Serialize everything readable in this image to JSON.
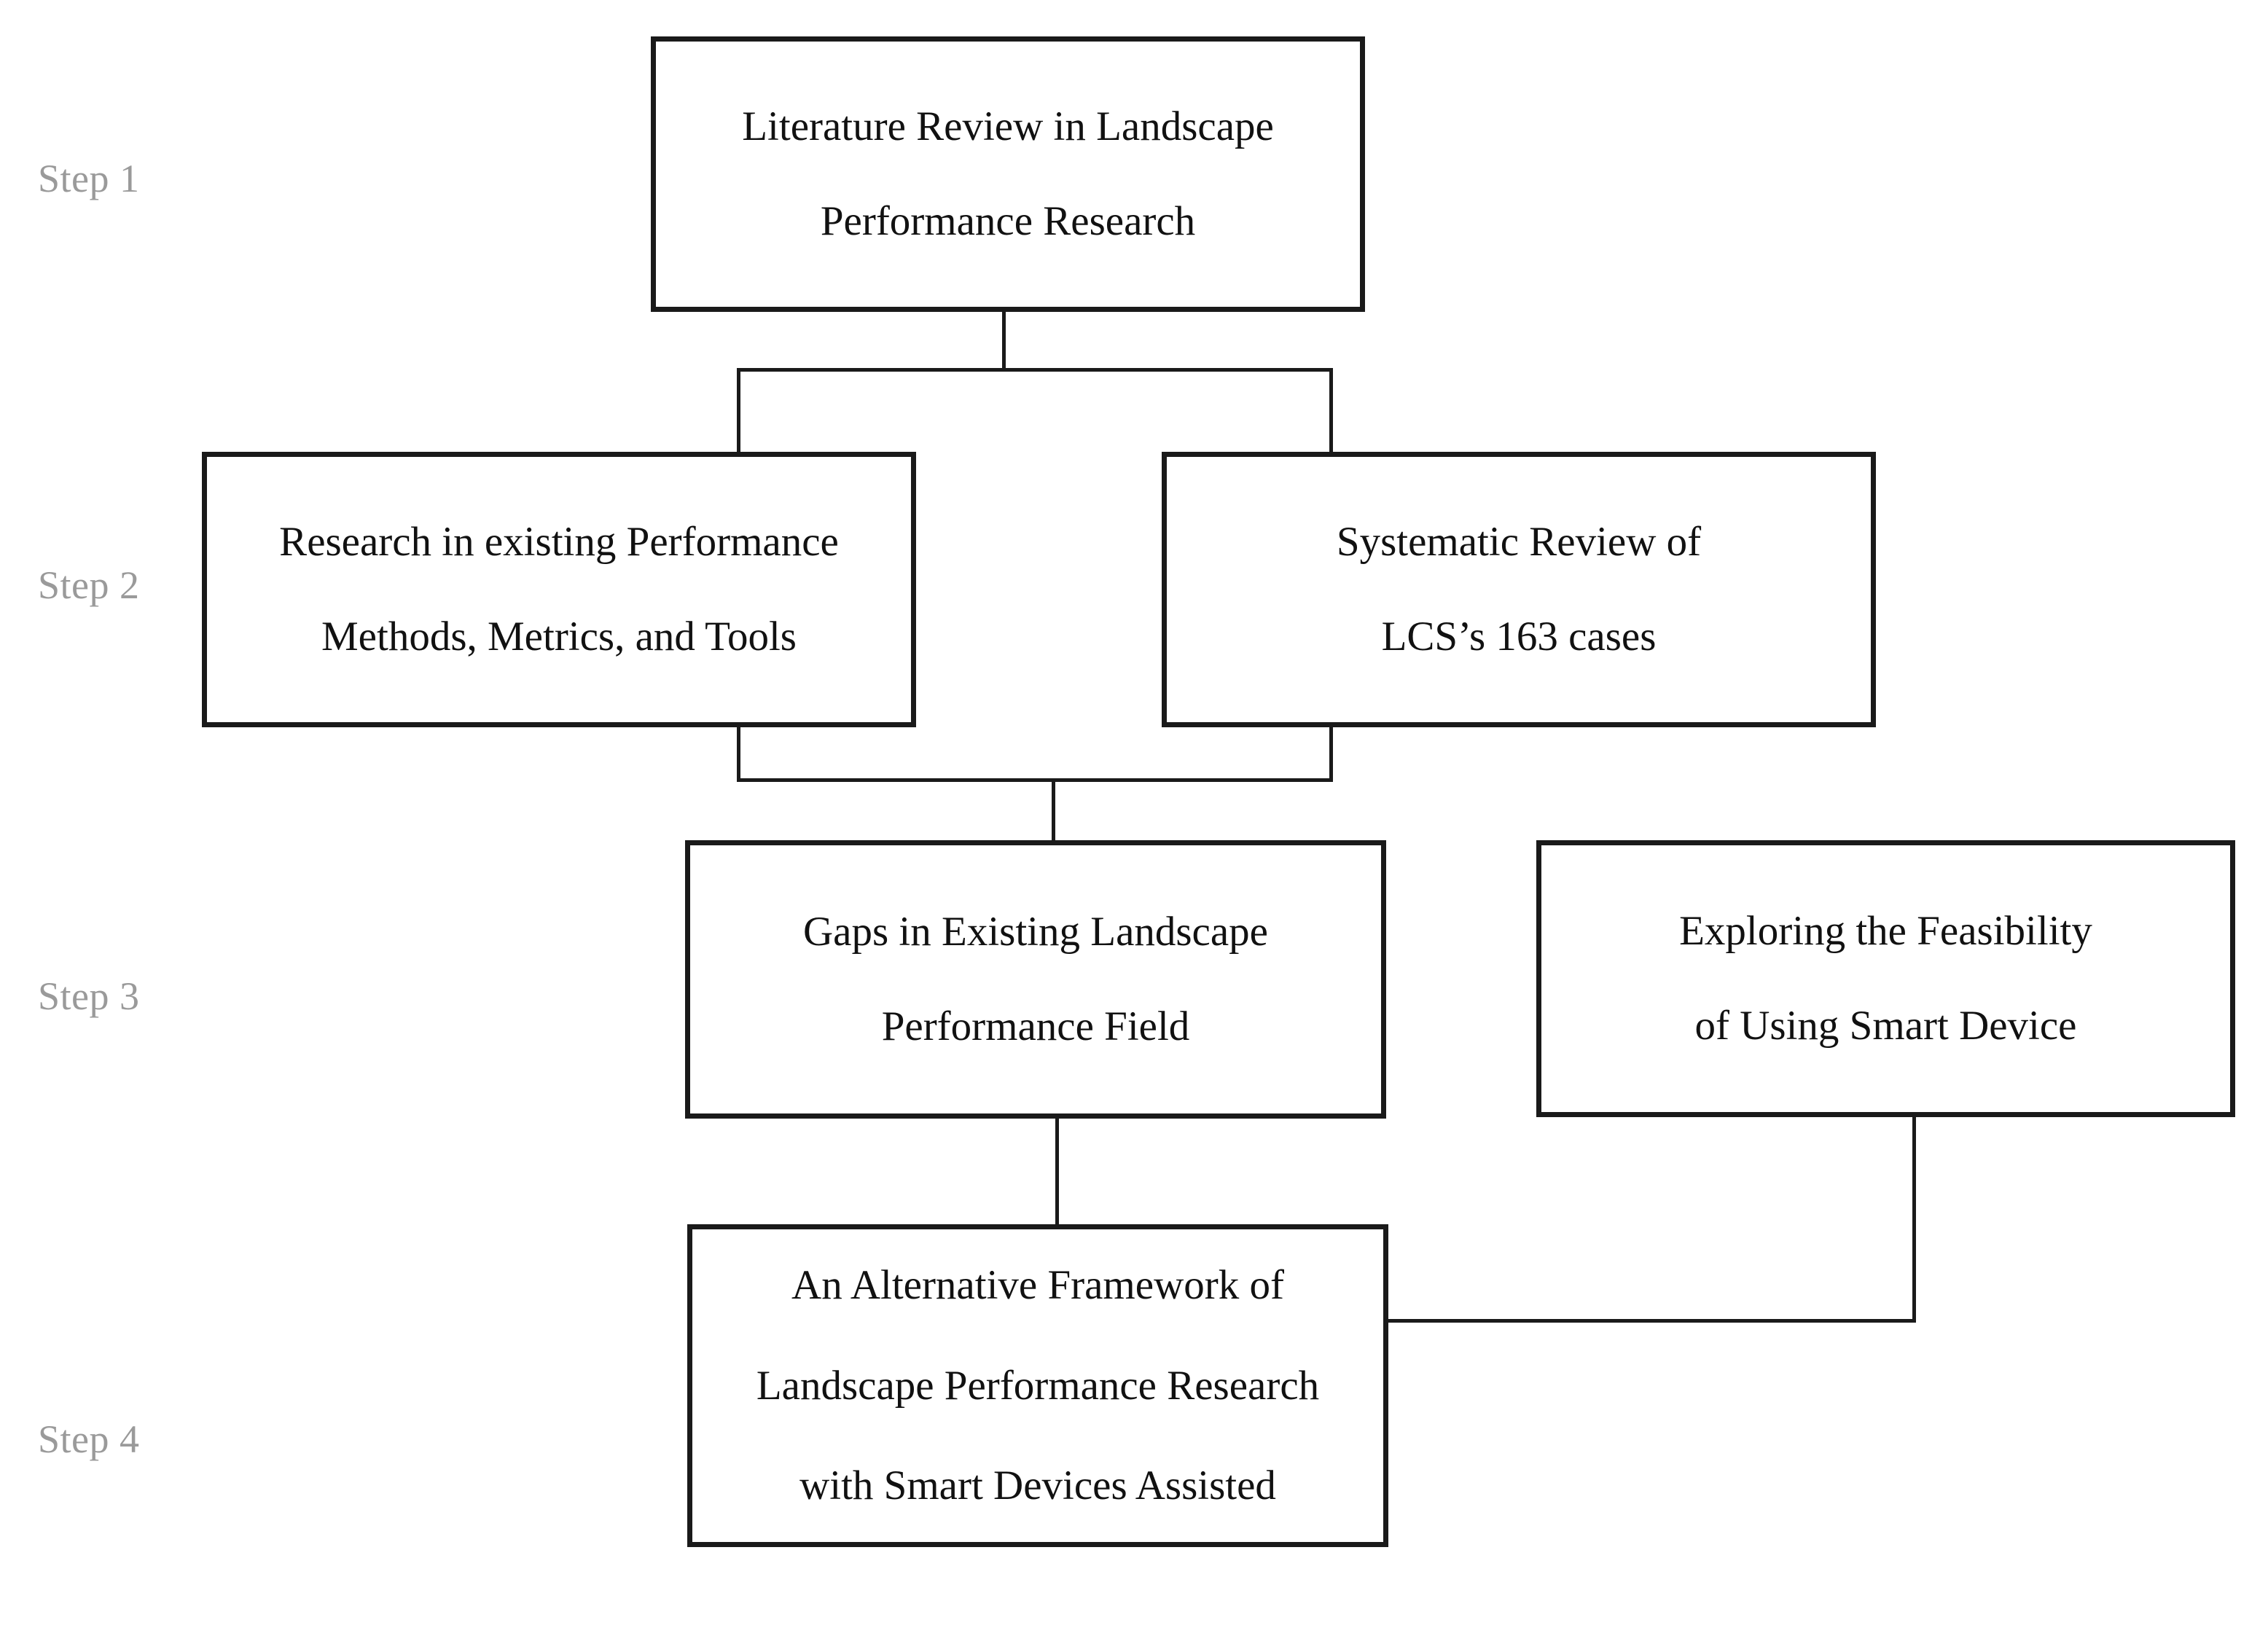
{
  "diagram": {
    "title": "Research framework flowchart",
    "background_color": "#ffffff",
    "box_border_color": "#1a1a1a",
    "text_color": "#111111",
    "step_label_color": "#9a9a9a"
  },
  "steps": [
    {
      "label": "Step 1"
    },
    {
      "label": "Step 2"
    },
    {
      "label": "Step 3"
    },
    {
      "label": "Step 4"
    }
  ],
  "nodes": {
    "literature_review": {
      "step": "Step 1",
      "lines": [
        "Literature Review in Landscape",
        "Performance Research"
      ]
    },
    "existing_performance": {
      "step": "Step 2",
      "lines": [
        "Research in existing Performance",
        "Methods, Metrics, and Tools"
      ]
    },
    "systematic_review": {
      "step": "Step 2",
      "lines": [
        "Systematic Review of",
        "LCS’s 163 cases"
      ]
    },
    "gaps": {
      "step": "Step 3",
      "lines": [
        "Gaps in Existing Landscape",
        "Performance Field"
      ]
    },
    "feasibility": {
      "step": "Step 3",
      "lines": [
        "Exploring the Feasibility",
        "of Using Smart Device"
      ]
    },
    "alternative_framework": {
      "step": "Step 4",
      "lines": [
        "An Alternative Framework of",
        "Landscape Performance Research",
        "with Smart Devices Assisted"
      ]
    }
  },
  "connections": [
    {
      "from": "literature_review",
      "to": "existing_performance"
    },
    {
      "from": "literature_review",
      "to": "systematic_review"
    },
    {
      "from": "existing_performance",
      "to": "gaps"
    },
    {
      "from": "systematic_review",
      "to": "gaps"
    },
    {
      "from": "gaps",
      "to": "alternative_framework"
    },
    {
      "from": "feasibility",
      "to": "alternative_framework"
    }
  ]
}
